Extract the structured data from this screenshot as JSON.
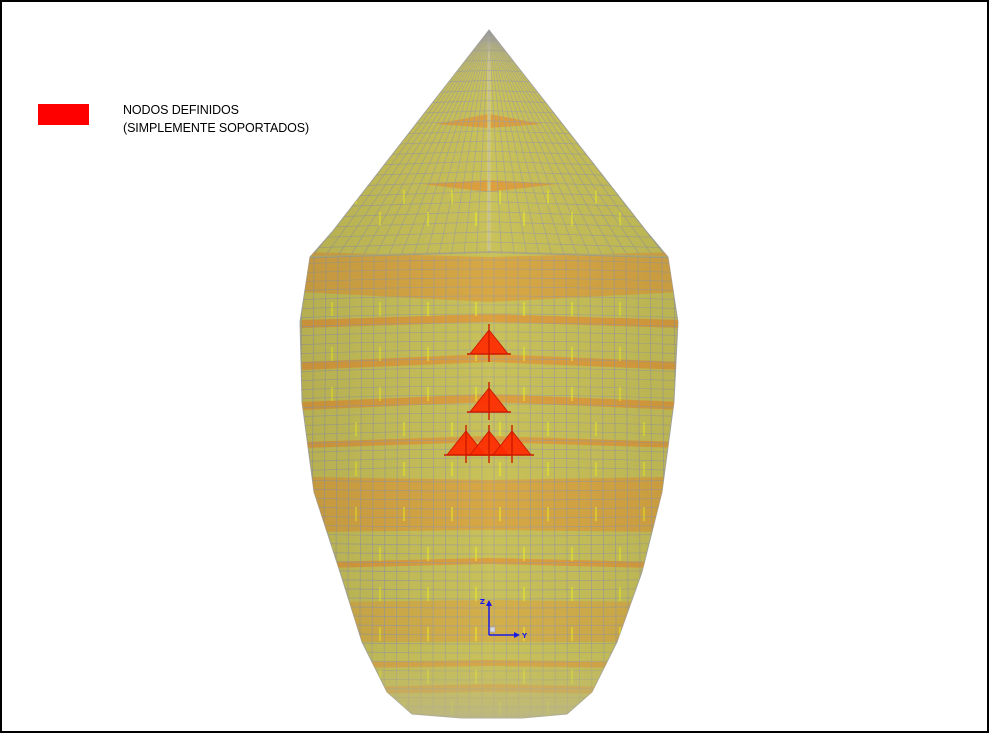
{
  "legend": {
    "swatch_color": "#ff0000",
    "line1": "NODOS DEFINIDOS",
    "line2": "(SIMPLEMENTE SOPORTADOS)"
  },
  "model": {
    "shell_color": "#c9c25a",
    "band_color": "#e09a3a",
    "mesh_color": "#9c9c9c",
    "highlight_color": "#eeee20",
    "support_color": "#ff2a00",
    "support_count": 5
  },
  "axes": {
    "labels": [
      "Z",
      "Y"
    ],
    "color": "#1a1ae6",
    "origin_icon": "origin-square-icon"
  }
}
